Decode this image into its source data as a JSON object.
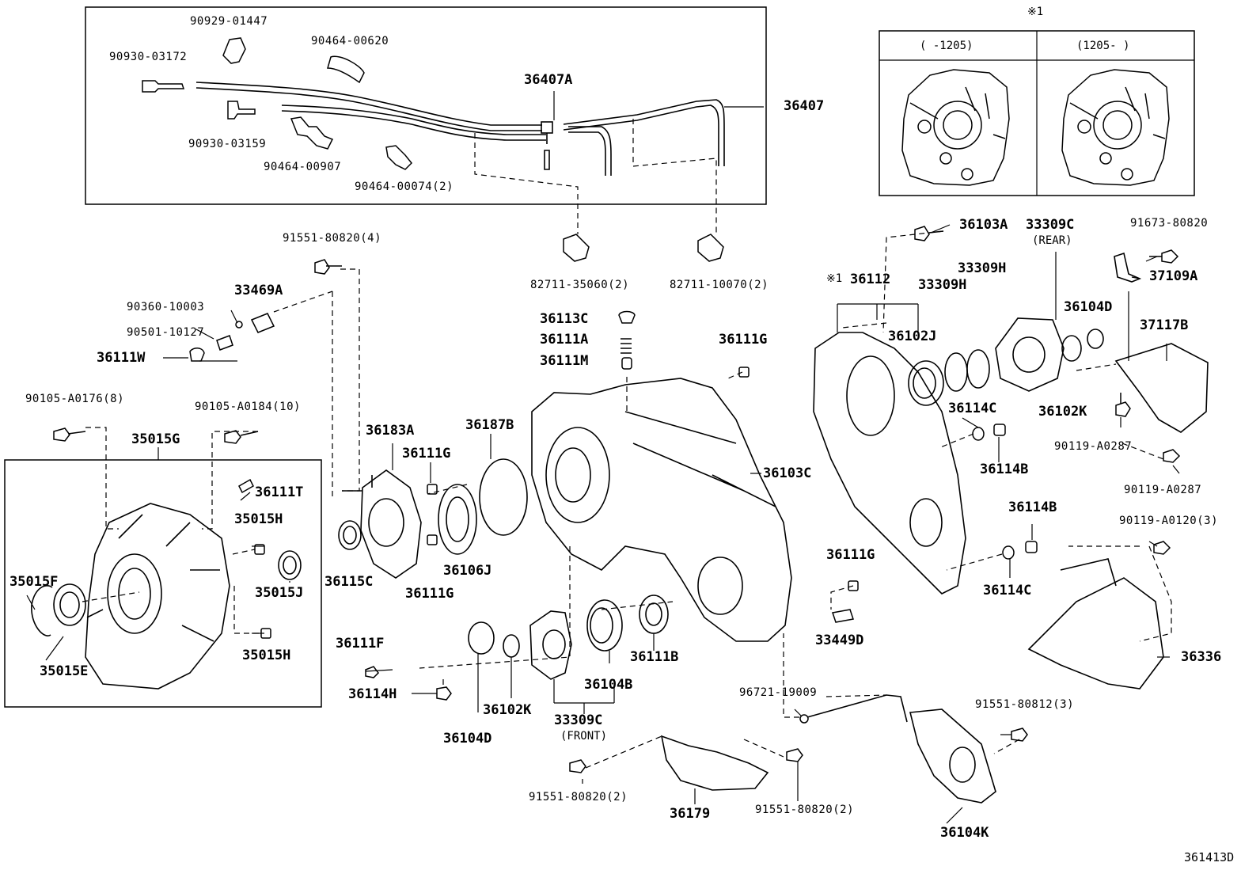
{
  "diagram_code": "361413D",
  "inset": {
    "marker": "※1",
    "left_range": "(      -1205)",
    "right_range": "(1205-      )"
  },
  "marker_36112": "※1",
  "parts": {
    "p90929_01447": "90929-01447",
    "p90930_03172": "90930-03172",
    "p90464_00620": "90464-00620",
    "p36407A": "36407A",
    "p36407": "36407",
    "p90930_03159": "90930-03159",
    "p90464_00907": "90464-00907",
    "p90464_00074": "90464-00074(2)",
    "p91551_80820_4": "91551-80820(4)",
    "p82711_35060": "82711-35060(2)",
    "p82711_10070": "82711-10070(2)",
    "p36103A": "36103A",
    "p33309C_top": "33309C",
    "rear": "(REAR)",
    "p91673_80820": "91673-80820",
    "p37109A": "37109A",
    "p36112": "36112",
    "p33309H_a": "33309H",
    "p33309H_b": "33309H",
    "p90360_10003": "90360-10003",
    "p33469A": "33469A",
    "p90501_10127": "90501-10127",
    "p36111W": "36111W",
    "p36113C": "36113C",
    "p36111A": "36111A",
    "p36111M": "36111M",
    "p36111G_a": "36111G",
    "p36102J": "36102J",
    "p36104D_top": "36104D",
    "p37117B": "37117B",
    "p90105_A0176": "90105-A0176(8)",
    "p90105_A0184": "90105-A0184(10)",
    "p35015G": "35015G",
    "p36183A": "36183A",
    "p36187B": "36187B",
    "p36111G_b": "36111G",
    "p36114C_a": "36114C",
    "p36102K_top": "36102K",
    "p90119_A0287_a": "90119-A0287",
    "p36114B_a": "36114B",
    "p36103C": "36103C",
    "p90119_A0287_b": "90119-A0287",
    "p36111T": "36111T",
    "p35015H_a": "35015H",
    "p36114B_b": "36114B",
    "p90119_A0120": "90119-A0120(3)",
    "p35015F": "35015F",
    "p35015J": "35015J",
    "p36115C": "36115C",
    "p36111G_c": "36111G",
    "p36106J": "36106J",
    "p36111G_d": "36111G",
    "p36114C_b": "36114C",
    "p36336": "36336",
    "p33449D": "33449D",
    "p36111F": "36111F",
    "p35015H_b": "35015H",
    "p36111B": "36111B",
    "p35015E": "35015E",
    "p36104B": "36104B",
    "p36114H": "36114H",
    "p96721_19009": "96721-19009",
    "p91551_80812": "91551-80812(3)",
    "p36102K_bottom": "36102K",
    "p33309C_bottom": "33309C",
    "front": "(FRONT)",
    "p36104D_bottom": "36104D",
    "p91551_80820_a": "91551-80820(2)",
    "p91551_80820_b": "91551-80820(2)",
    "p36179": "36179",
    "p36104K": "36104K"
  }
}
